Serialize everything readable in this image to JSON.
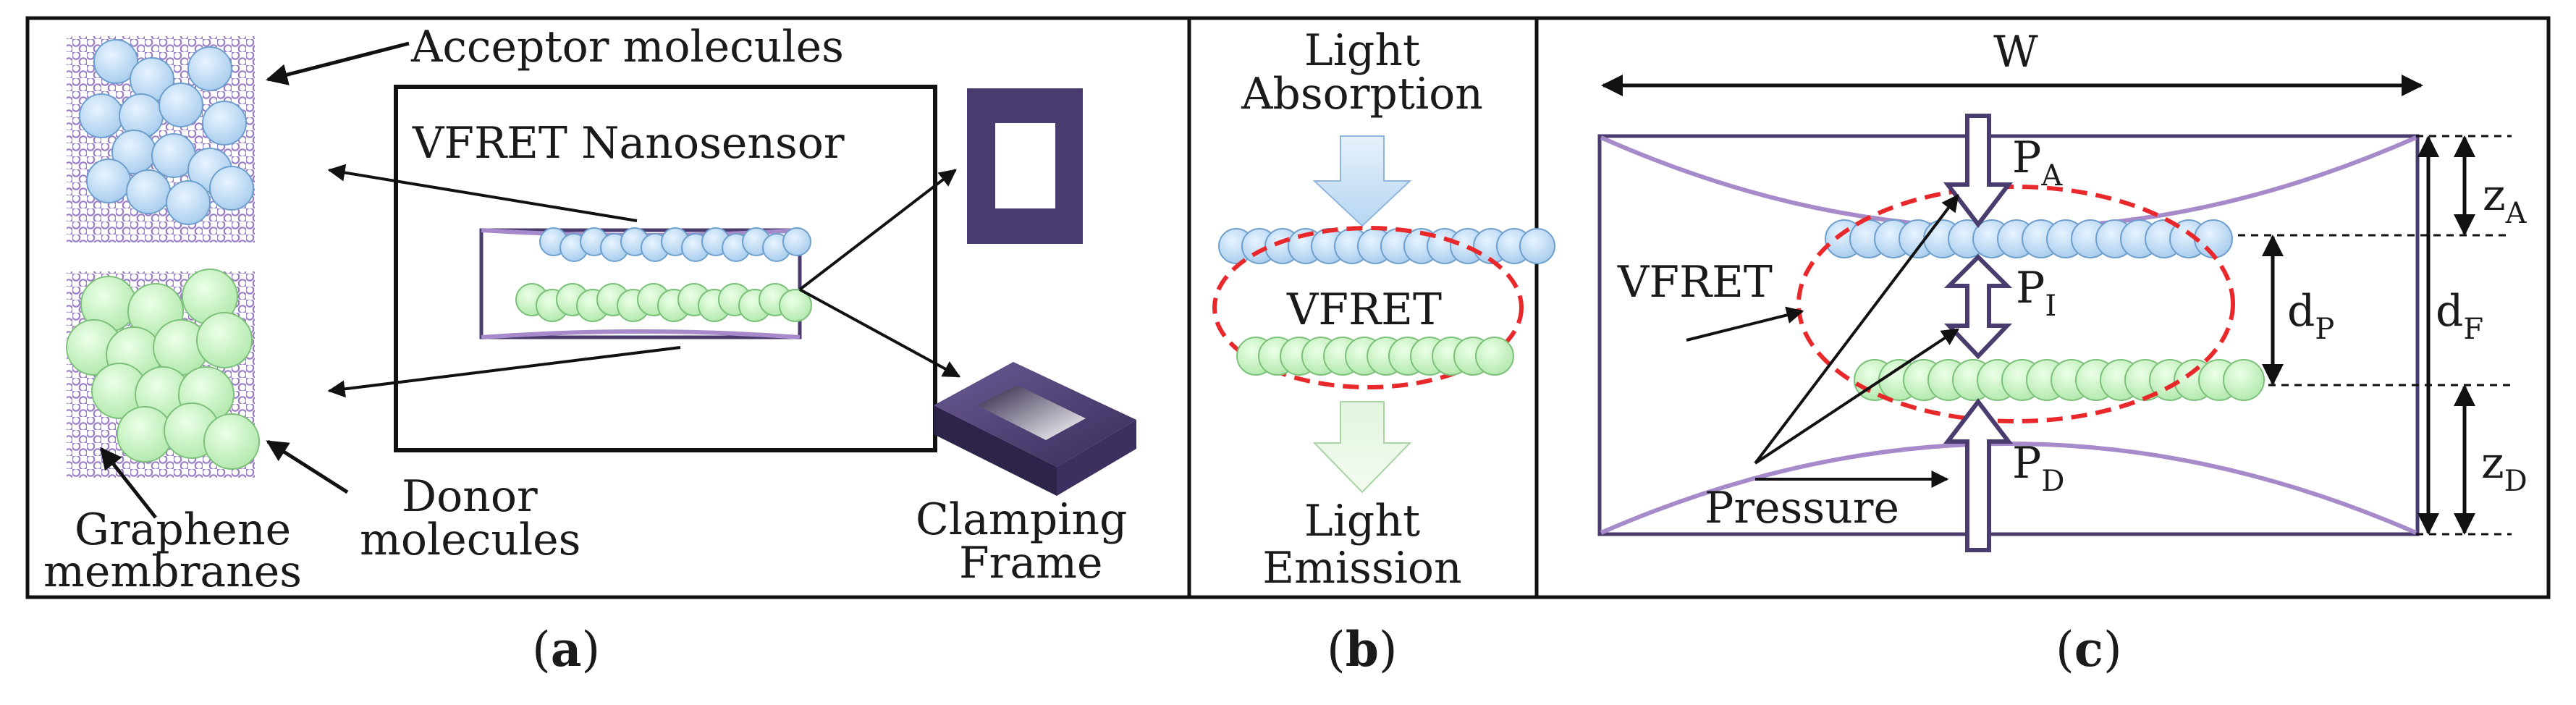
{
  "panel_a": {
    "acceptor_label": "Acceptor molecules",
    "nanosensor_label": "VFRET Nanosensor",
    "donor_label_line1": "Donor",
    "donor_label_line2": "molecules",
    "graphene_label_line1": "Graphene",
    "graphene_label_line2": "membranes",
    "frame_label_line1": "Clamping",
    "frame_label_line2": "Frame",
    "caption": {
      "open": "(",
      "letter": "a",
      "close": ")"
    }
  },
  "panel_b": {
    "absorption_line1": "Light",
    "absorption_line2": "Absorption",
    "vfret_label": "VFRET",
    "emission_line1": "Light",
    "emission_line2": "Emission",
    "caption": {
      "open": "(",
      "letter": "b",
      "close": ")"
    }
  },
  "panel_c": {
    "width_label": "W",
    "vfret_label": "VFRET",
    "pressure_label": "Pressure",
    "pa": {
      "main": "P",
      "sub": "A"
    },
    "pi": {
      "main": "P",
      "sub": "I"
    },
    "pd": {
      "main": "P",
      "sub": "D"
    },
    "za": {
      "main": "z",
      "sub": "A"
    },
    "dp": {
      "main": "d",
      "sub": "P"
    },
    "df": {
      "main": "d",
      "sub": "F"
    },
    "zd": {
      "main": "z",
      "sub": "D"
    },
    "caption": {
      "open": "(",
      "letter": "c",
      "close": ")"
    }
  },
  "colors": {
    "acceptor_fill": "#bcdcf6",
    "acceptor_stroke": "#6f9fcc",
    "donor_fill": "#c8f2c4",
    "donor_stroke": "#7cc07a",
    "graphene": "#9b7fc6",
    "frame": "#4a3c6e",
    "membrane": "#a78ac9",
    "vfret_ring": "#e8282a",
    "outline": "#1a1a1a"
  }
}
